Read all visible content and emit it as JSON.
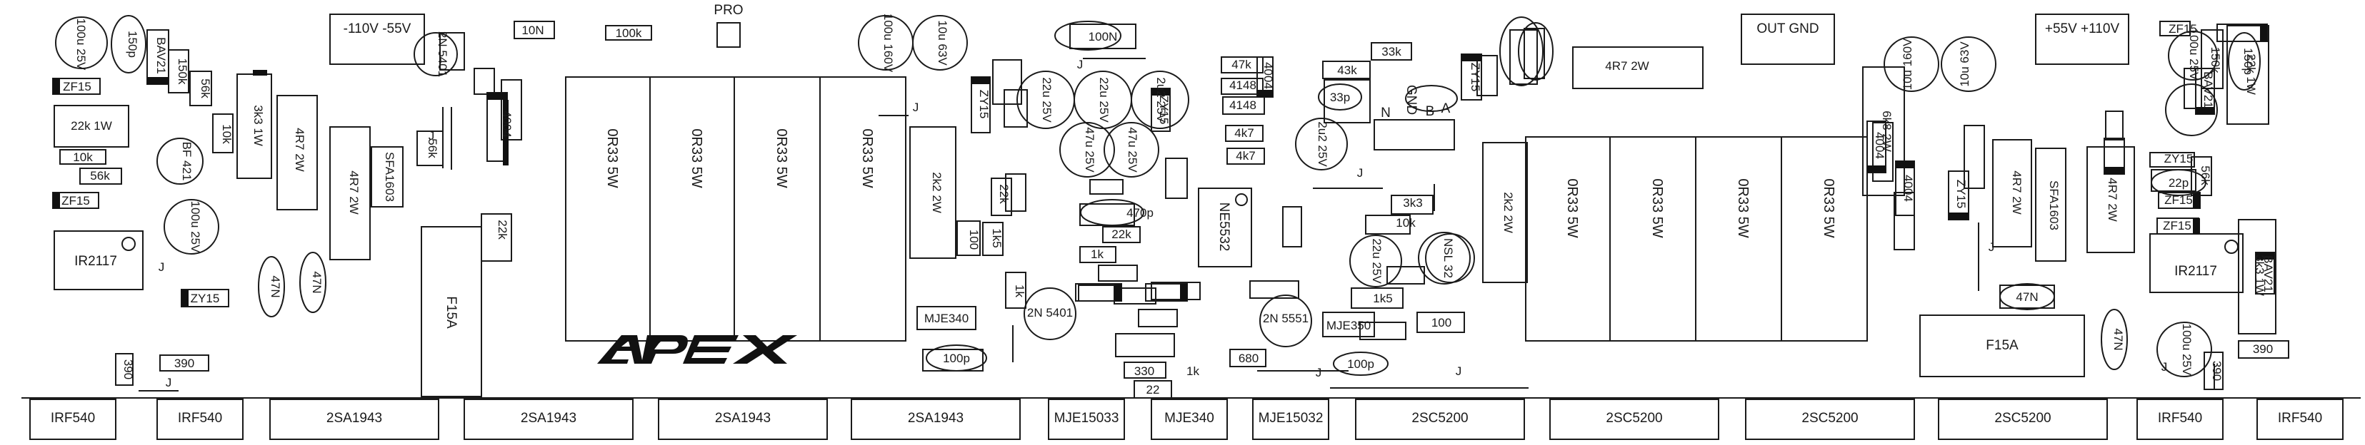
{
  "board": {
    "logo": "APEX",
    "colors": {
      "ink": "#1a1a1a",
      "band": "#111111",
      "paper": "#ffffff"
    },
    "bottom_labels": [
      "IRF540",
      "IRF540",
      "2SA1943",
      "2SA1943",
      "2SA1943",
      "2SA1943",
      "MJE15033",
      "MJE340",
      "MJE15032",
      "2SC5200",
      "2SC5200",
      "2SC5200",
      "2SC5200",
      "IRF540",
      "IRF540"
    ],
    "resistors_5w": [
      "0R33 5W",
      "0R33 5W",
      "0R33 5W",
      "0R33 5W",
      "0R33 5W",
      "0R33 5W",
      "0R33 5W",
      "0R33 5W"
    ],
    "boxes": [
      {
        "label": "-110V  -55V"
      },
      {
        "label": "OUT GND"
      },
      {
        "label": "+55V +110V"
      },
      {
        "label": "PRO"
      },
      {
        "label": "F15A"
      },
      {
        "label": "F15A"
      },
      {
        "label": "IR2117"
      },
      {
        "label": "IR2117"
      },
      {
        "label": "NE5532"
      },
      {
        "label": "GND"
      },
      {
        "label": "A"
      },
      {
        "label": "B"
      },
      {
        "label": "N"
      }
    ],
    "small_labels": [
      "10N",
      "100k",
      "100N",
      "33k",
      "47k",
      "4148",
      "4148",
      "43k",
      "33p",
      "4k7",
      "4k7",
      "4R7 2W",
      "4R7 2W",
      "4R7 2W",
      "4R7 2W",
      "4R7 2W",
      "6k8 2W",
      "2k2 2W",
      "2k2 2W",
      "3k3 1W",
      "3k3 1W",
      "22k 1W",
      "22k 1W",
      "SFA1603",
      "SFA1603",
      "10k",
      "10k",
      "10k",
      "56k",
      "56k",
      "56k",
      "56k",
      "150k",
      "150k",
      "150p",
      "150p",
      "100u 25V",
      "100u 25V",
      "100u 25V",
      "100u 25V",
      "100u 160V",
      "10u 63V",
      "10u 160V",
      "10u 63V",
      "22u 25V",
      "22u 25V",
      "2u2 25V",
      "2u2 25V",
      "47u 25V",
      "47u 25V",
      "22u 25V",
      "ZF15",
      "ZF15",
      "ZF15",
      "ZF15",
      "ZF15",
      "ZY15",
      "ZY15",
      "ZY15",
      "ZY15",
      "ZY15",
      "ZY15",
      "BAV21",
      "BAV21",
      "BAV21",
      "4004",
      "4004",
      "4004",
      "4004",
      "47N",
      "47N",
      "47N",
      "47N",
      "390",
      "390",
      "390",
      "390",
      "22k",
      "22k",
      "22k",
      "1k5",
      "1k5",
      "1k",
      "1k",
      "1k",
      "100",
      "100",
      "680",
      "22",
      "330",
      "470p",
      "100p",
      "100p",
      "22p",
      "MJE340",
      "MJE350",
      "2N 5401",
      "2N 5401",
      "2N 5551",
      "3k3",
      "BF 421",
      "NSL 32",
      "J",
      "J",
      "J",
      "J",
      "J",
      "J",
      "J",
      "J",
      "J",
      "J"
    ]
  }
}
